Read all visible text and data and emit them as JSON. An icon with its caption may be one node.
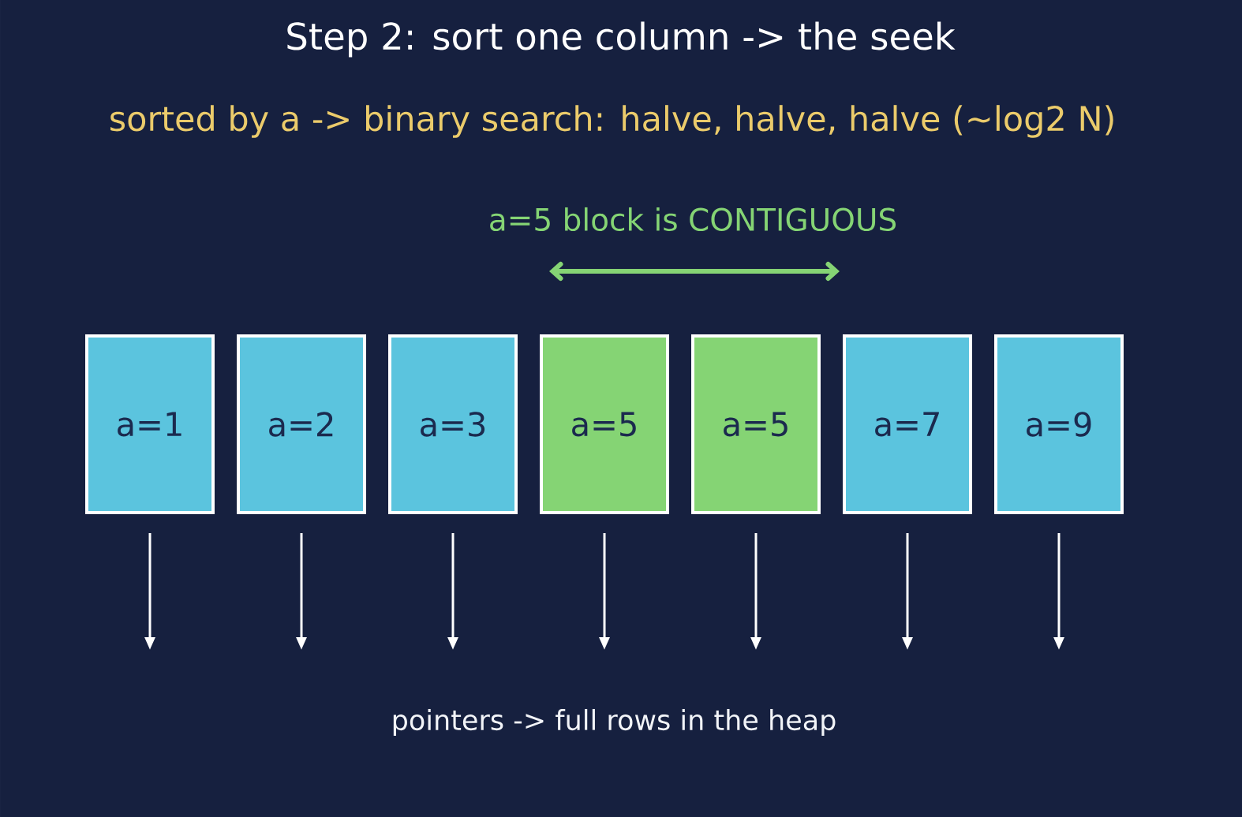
{
  "diagram": {
    "title": "Step 2: sort one column -> the seek",
    "nodes": [
      {
        "text": [
          "a=1"
        ]
      },
      {
        "text": [
          "a=2"
        ]
      },
      {
        "text": [
          "a=3"
        ]
      },
      {
        "text": [
          "a=5"
        ]
      },
      {
        "text": [
          "a=5"
        ]
      },
      {
        "text": [
          "a=7"
        ]
      },
      {
        "text": [
          "a=9"
        ]
      }
    ],
    "edges": [
      {
        "from": 0,
        "to": null,
        "arrow": "to"
      },
      {
        "from": 1,
        "to": null,
        "arrow": "to"
      },
      {
        "from": 2,
        "to": null,
        "arrow": "to"
      },
      {
        "from": 3,
        "to": null,
        "arrow": "to"
      },
      {
        "from": 4,
        "to": null,
        "arrow": "to"
      },
      {
        "from": 5,
        "to": null,
        "arrow": "to"
      },
      {
        "from": 6,
        "to": null,
        "arrow": "to"
      }
    ],
    "labels": [
      "sorted by a -> binary search: halve, halve, halve (~log2 N)",
      "a=5 block is CONTIGUOUS",
      "pointers -> full rows in the heap"
    ]
  }
}
